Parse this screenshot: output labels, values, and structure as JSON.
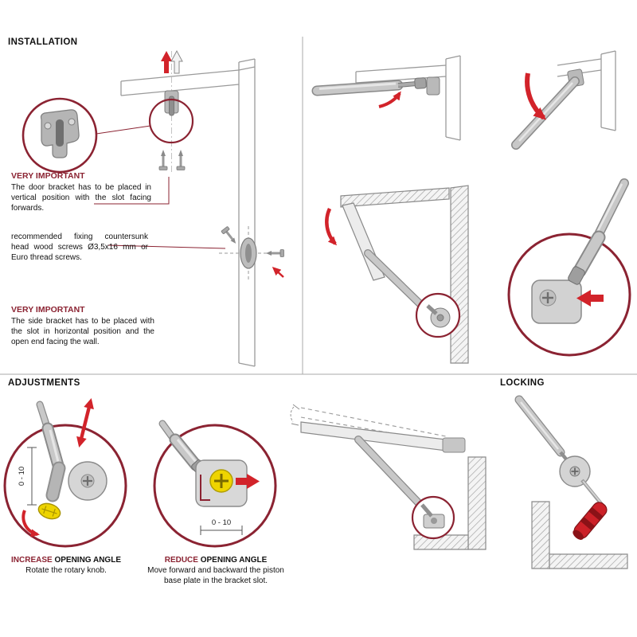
{
  "colors": {
    "accent_red": "#d2232a",
    "callout_maroon": "#8b2332",
    "knob_yellow": "#eed400"
  },
  "installation": {
    "title": "INSTALLATION",
    "important_door": {
      "label": "VERY IMPORTANT",
      "text": "The door bracket has to be placed in vertical position with the slot facing forwards."
    },
    "screws_note": "recommended fixing countersunk head wood screws Ø3,5x16 mm or Euro thread screws.",
    "important_side": {
      "label": "VERY IMPORTANT",
      "text": "The side bracket has to be placed with the slot in horizontal position and the open end facing the wall."
    }
  },
  "adjustments": {
    "title": "ADJUSTMENTS",
    "increase": {
      "emphasis": "INCREASE",
      "rest": " OPENING ANGLE",
      "text": "Rotate the rotary knob.",
      "dimension": "0 - 10"
    },
    "reduce": {
      "emphasis": "REDUCE",
      "rest": " OPENING ANGLE",
      "text": "Move forward and backward the piston base plate in the bracket slot.",
      "dimension": "0 - 10"
    }
  },
  "locking": {
    "title": "LOCKING"
  }
}
